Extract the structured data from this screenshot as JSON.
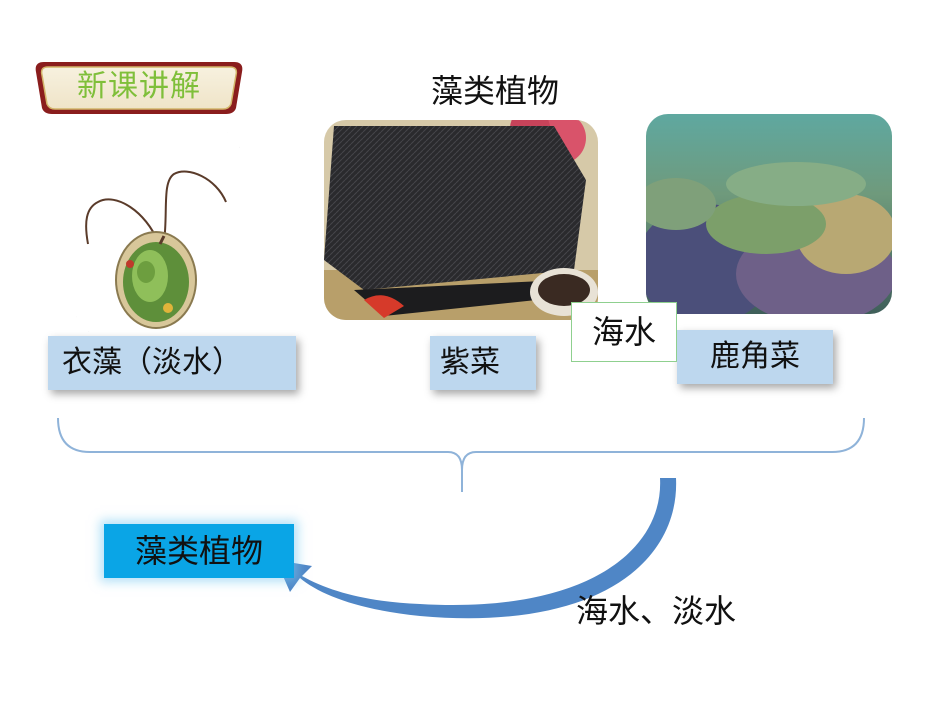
{
  "header": {
    "badge_label": "新课讲解"
  },
  "title": "藻类植物",
  "items": [
    {
      "caption": "衣藻（淡水）",
      "image": "chlamydomonas-cell-illustration"
    },
    {
      "caption": "紫菜",
      "image": "dried-laver-sheets-photo"
    },
    {
      "caption": "鹿角菜",
      "image": "underwater-seaweed-photo"
    }
  ],
  "seawater_tag": "海水",
  "summary": {
    "category": "藻类植物",
    "habitat": "海水、淡水"
  },
  "colors": {
    "badge_text": "#7fbf3a",
    "caption_bg": "#bdd7ee",
    "result_bg": "#0aa5e6",
    "bracket": "#8fb3d9",
    "arrow": "#4f86c6"
  }
}
